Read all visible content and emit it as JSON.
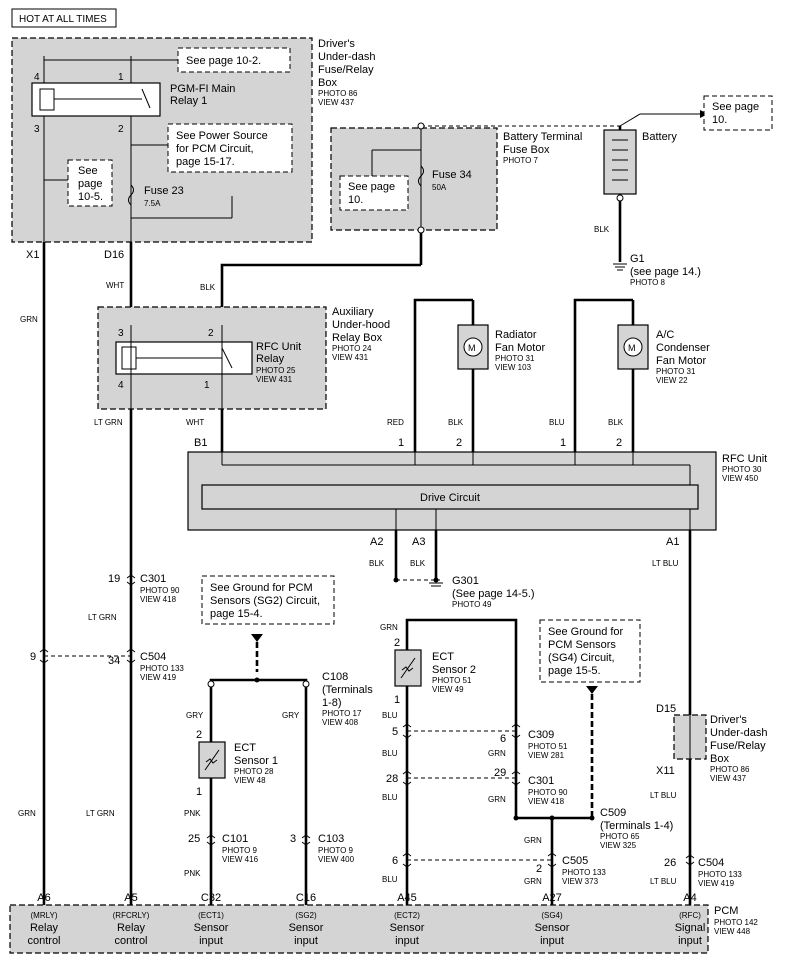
{
  "header": {
    "label": "HOT AT ALL TIMES"
  },
  "components": {
    "driver_box": {
      "name": "Driver's Under-dash Fuse/Relay Box",
      "l1": "Driver's",
      "l2": "Under-dash",
      "l3": "Fuse/Relay",
      "l4": "Box",
      "photo": "PHOTO 86",
      "view": "VIEW 437"
    },
    "main_relay": {
      "l1": "PGM-FI Main",
      "l2": "Relay 1"
    },
    "fuse23": {
      "name": "Fuse 23",
      "rating": "7.5A"
    },
    "battery_fuse_box": {
      "l1": "Battery Terminal",
      "l2": "Fuse Box",
      "photo": "PHOTO 7"
    },
    "fuse34": {
      "name": "Fuse 34",
      "rating": "50A"
    },
    "battery": {
      "name": "Battery"
    },
    "g1": {
      "name": "G1",
      "note": "(see page 14.)",
      "photo": "PHOTO 8"
    },
    "aux_box": {
      "l1": "Auxiliary",
      "l2": "Under-hood",
      "l3": "Relay Box",
      "photo": "PHOTO 24",
      "view": "VIEW 431"
    },
    "rfc_relay": {
      "l1": "RFC Unit",
      "l2": "Relay",
      "photo": "PHOTO 25",
      "view": "VIEW 431"
    },
    "rad_motor": {
      "l1": "Radiator",
      "l2": "Fan Motor",
      "photo": "PHOTO 31",
      "view": "VIEW 103"
    },
    "ac_motor": {
      "l1": "A/C",
      "l2": "Condenser",
      "l3": "Fan Motor",
      "photo": "PHOTO 31",
      "view": "VIEW 22"
    },
    "rfc_unit": {
      "name": "RFC Unit",
      "photo": "PHOTO 30",
      "view": "VIEW 450",
      "drive": "Drive Circuit"
    },
    "g301": {
      "name": "G301",
      "note": "(See page 14-5.)",
      "photo": "PHOTO 49"
    },
    "ect1": {
      "l1": "ECT",
      "l2": "Sensor 1",
      "photo": "PHOTO 28",
      "view": "VIEW 48"
    },
    "ect2": {
      "l1": "ECT",
      "l2": "Sensor 2",
      "photo": "PHOTO 51",
      "view": "VIEW 49"
    },
    "driver_box2": {
      "l1": "Driver's",
      "l2": "Under-dash",
      "l3": "Fuse/Relay",
      "l4": "Box",
      "photo": "PHOTO 86",
      "view": "VIEW 437"
    },
    "pcm": {
      "name": "PCM",
      "photo": "PHOTO 142",
      "view": "VIEW 448"
    }
  },
  "notes": {
    "n1": "See page 10-2.",
    "n2a": "See Power Source",
    "n2b": "for PCM Circuit,",
    "n2c": "page 15-17.",
    "n3a": "See",
    "n3b": "page",
    "n3c": "10-5.",
    "n4a": "See page",
    "n4b": "10.",
    "n5a": "See page",
    "n5b": "10.",
    "n6a": "See Ground for PCM",
    "n6b": "Sensors (SG2) Circuit,",
    "n6c": "page 15-4.",
    "n7a": "See Ground for",
    "n7b": "PCM Sensors",
    "n7c": "(SG4) Circuit,",
    "n7d": "page 15-5."
  },
  "connectors": {
    "c301": {
      "name": "C301",
      "photo": "PHOTO 90",
      "view": "VIEW 418",
      "pin": "19"
    },
    "c504": {
      "name": "C504",
      "photo": "PHOTO 133",
      "view": "VIEW 419",
      "pin": "34",
      "pin_left": "9",
      "pin_a4": "26"
    },
    "c108": {
      "name": "C108",
      "l2": "(Terminals",
      "l3": "1-8)",
      "photo": "PHOTO 17",
      "view": "VIEW 408"
    },
    "c101": {
      "name": "C101",
      "photo": "PHOTO 9",
      "view": "VIEW 416",
      "pin": "25"
    },
    "c103": {
      "name": "C103",
      "photo": "PHOTO 9",
      "view": "VIEW 400",
      "pin": "3"
    },
    "c309": {
      "name": "C309",
      "photo": "PHOTO 51",
      "view": "VIEW 281",
      "pin": "6",
      "pin_left": "5"
    },
    "c301b": {
      "name": "C301",
      "photo": "PHOTO 90",
      "view": "VIEW 418",
      "pin": "29",
      "pin_left": "28"
    },
    "c509": {
      "name": "C509",
      "l2": "(Terminals 1-4)",
      "photo": "PHOTO 65",
      "view": "VIEW 325"
    },
    "c505": {
      "name": "C505",
      "photo": "PHOTO 133",
      "view": "VIEW 373",
      "pin": "2",
      "pin_left": "6"
    }
  },
  "terminals": {
    "x1": "X1",
    "d16": "D16",
    "b1": "B1",
    "a2": "A2",
    "a3": "A3",
    "a1": "A1",
    "d15": "D15",
    "x11": "X11",
    "relay_3": "3",
    "relay_2": "2",
    "relay_4": "4",
    "relay_1": "1",
    "main_4": "4",
    "main_1": "1",
    "main_3": "3",
    "main_2": "2",
    "rfc_p1a": "1",
    "rfc_p2a": "2",
    "rfc_p1b": "1",
    "rfc_p2b": "2",
    "ect1_2": "2",
    "ect1_1": "1",
    "ect2_2": "2",
    "ect2_1": "1"
  },
  "wire_colors": {
    "grn": "GRN",
    "wht": "WHT",
    "blk": "BLK",
    "ltgrn": "LT GRN",
    "red": "RED",
    "blu": "BLU",
    "ltblu": "LT BLU",
    "gry": "GRY",
    "pnk": "PNK"
  },
  "pcm_pins": [
    {
      "pin": "A6",
      "sig": "(MRLY)",
      "l1": "Relay",
      "l2": "control"
    },
    {
      "pin": "A5",
      "sig": "(RFCRLY)",
      "l1": "Relay",
      "l2": "control"
    },
    {
      "pin": "C32",
      "sig": "(ECT1)",
      "l1": "Sensor",
      "l2": "input"
    },
    {
      "pin": "C16",
      "sig": "(SG2)",
      "l1": "Sensor",
      "l2": "input"
    },
    {
      "pin": "A45",
      "sig": "(ECT2)",
      "l1": "Sensor",
      "l2": "input"
    },
    {
      "pin": "A27",
      "sig": "(SG4)",
      "l1": "Sensor",
      "l2": "input"
    },
    {
      "pin": "A4",
      "sig": "(RFC)",
      "l1": "Signal",
      "l2": "input"
    }
  ]
}
